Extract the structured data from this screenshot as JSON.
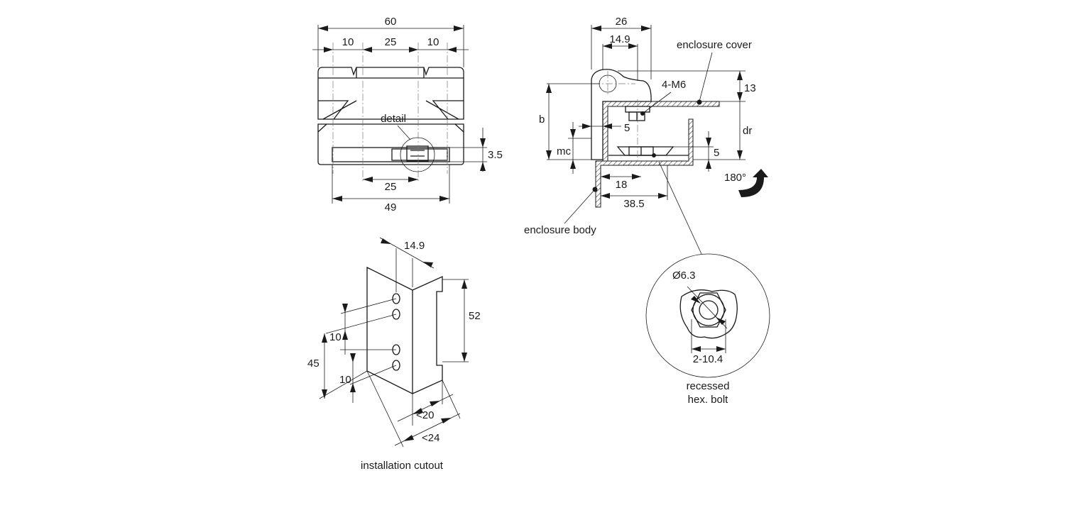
{
  "front_view": {
    "dims": {
      "overall_width": "60",
      "left_segment": "10",
      "middle_segment": "25",
      "right_segment": "10",
      "bottom_inner": "25",
      "bottom_overall": "49",
      "recess_height": "3.5"
    },
    "labels": {
      "detail": "detail"
    }
  },
  "side_view": {
    "dims": {
      "width": "26",
      "inner_width": "14.9",
      "thread": "4-M6",
      "top_height": "13",
      "b": "b",
      "dr": "dr",
      "mc": "mc",
      "offset_5a": "5",
      "offset_5b": "5",
      "depth_18": "18",
      "depth_38_5": "38.5"
    },
    "labels": {
      "enclosure_cover": "enclosure cover",
      "enclosure_body": "enclosure body",
      "rotation": "180°"
    }
  },
  "cutout_view": {
    "dims": {
      "width": "14.9",
      "height": "52",
      "pitch_a": "10",
      "span": "45",
      "pitch_b": "10",
      "lt20": "<20",
      "lt24": "<24"
    },
    "labels": {
      "caption": "installation cutout"
    }
  },
  "detail_view": {
    "dims": {
      "diameter": "Ø6.3",
      "hex": "2-10.4"
    },
    "labels": {
      "caption_line1": "recessed",
      "caption_line2": "hex. bolt"
    }
  }
}
